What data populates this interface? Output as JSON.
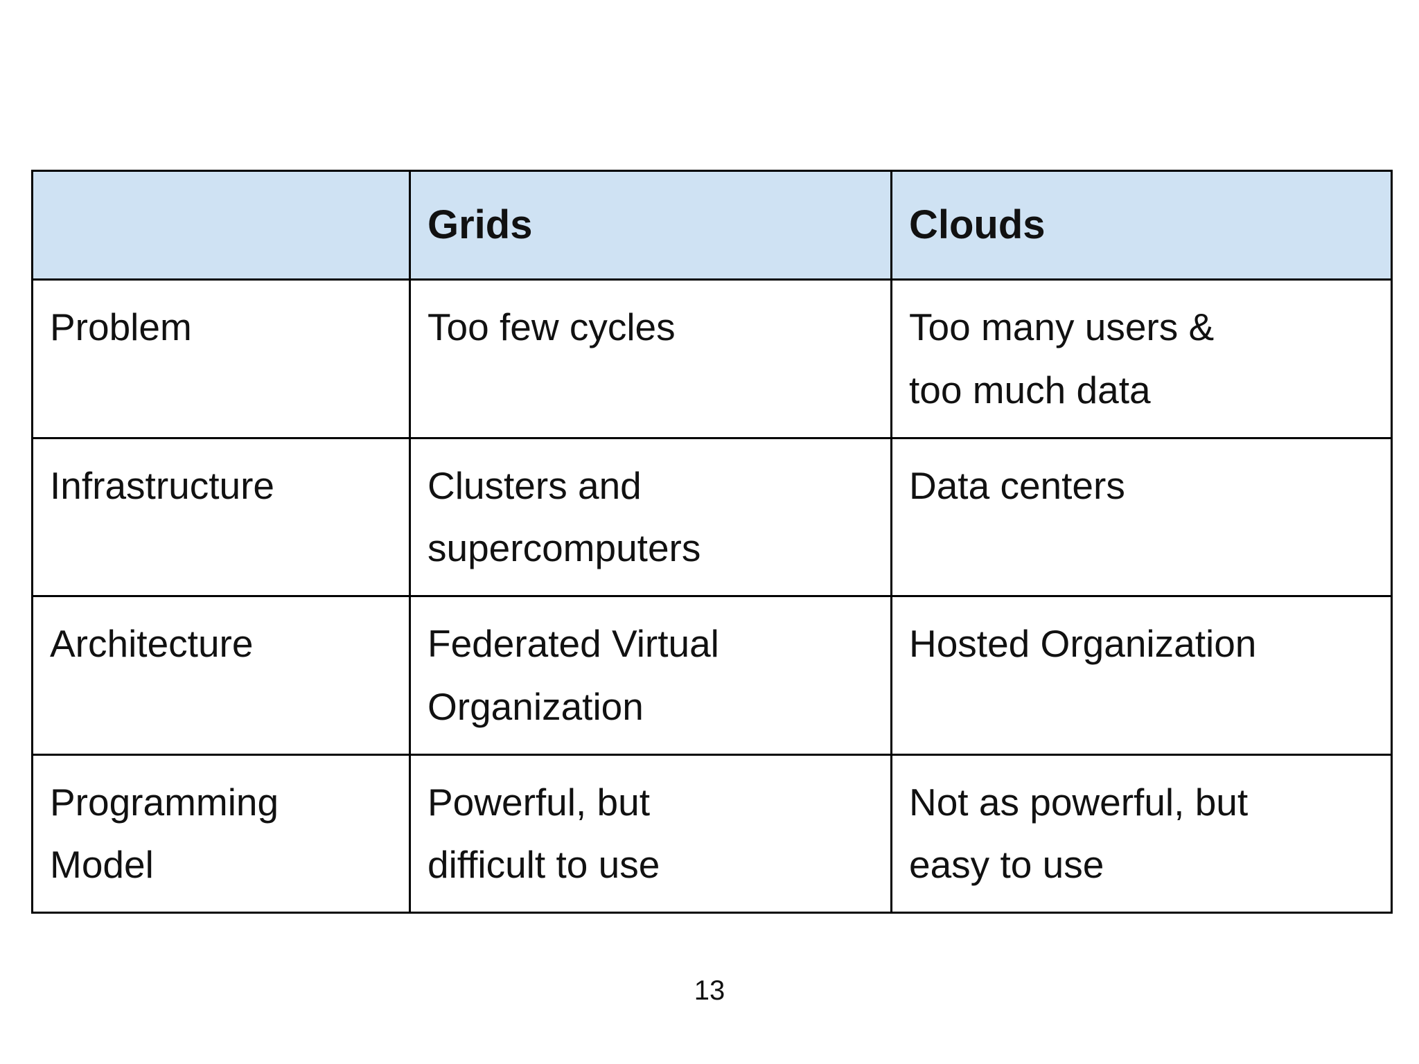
{
  "slide": {
    "page_number": "13"
  },
  "colors": {
    "header_bg": "#cfe2f3",
    "border": "#000000",
    "text": "#111111"
  },
  "chart_data": {
    "type": "table",
    "title": "",
    "columns": [
      "",
      "Grids",
      "Clouds"
    ],
    "rows": [
      [
        "Problem",
        "Too few cycles",
        "Too many users & too much data"
      ],
      [
        "Infrastructure",
        "Clusters and supercomputers",
        "Data centers"
      ],
      [
        "Architecture",
        "Federated Virtual Organization",
        "Hosted Organization"
      ],
      [
        "Programming Model",
        "Powerful, but difficult to use",
        "Not as powerful, but easy to use"
      ]
    ]
  },
  "table": {
    "header": {
      "blank": "",
      "grids": "Grids",
      "clouds": "Clouds"
    },
    "rows": [
      {
        "label": "Problem",
        "grids": "Too few cycles",
        "clouds": "Too many users &\ntoo much data"
      },
      {
        "label": "Infrastructure",
        "grids": "Clusters and\nsupercomputers",
        "clouds": "Data centers"
      },
      {
        "label": "Architecture",
        "grids": "Federated Virtual\nOrganization",
        "clouds": "Hosted Organization"
      },
      {
        "label": "Programming\nModel",
        "grids": "Powerful, but\ndifficult to use",
        "clouds": "Not as powerful, but\neasy to use"
      }
    ]
  }
}
